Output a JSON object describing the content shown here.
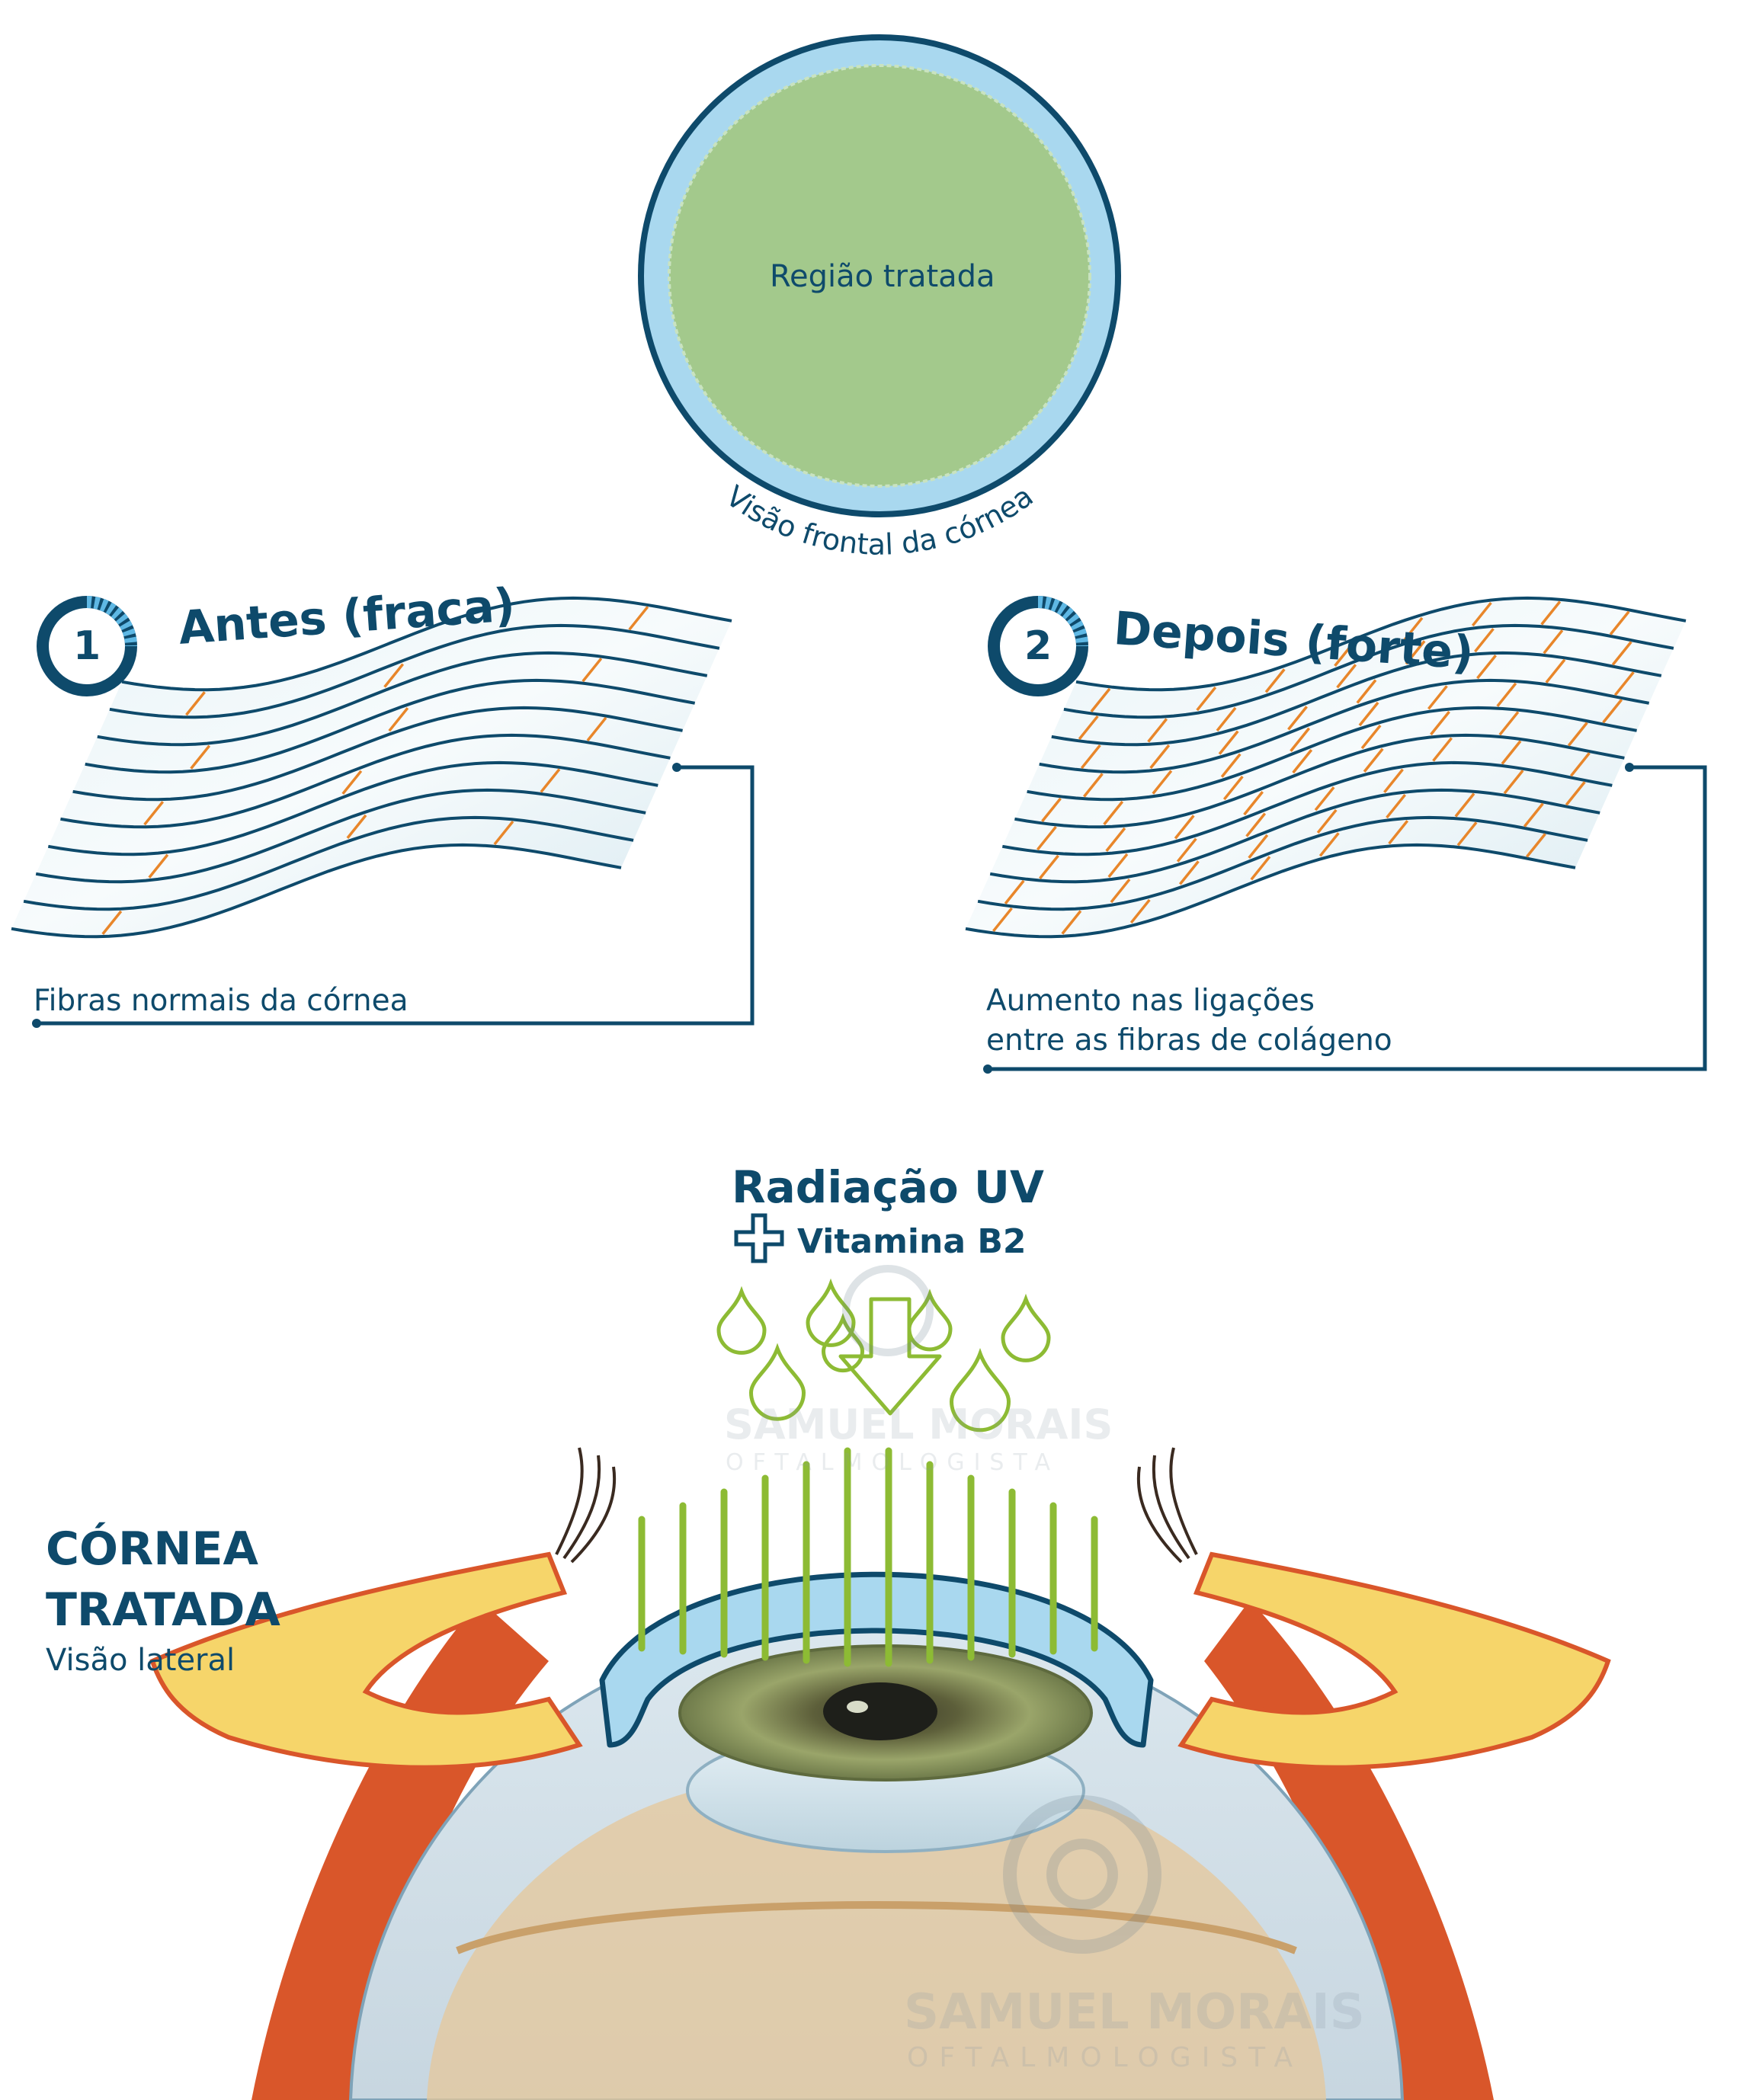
{
  "frontal_view": {
    "region_label": "Região tratada",
    "caption": "Visão frontal da córnea"
  },
  "step_before": {
    "number": "1",
    "title": "Antes (fraca)",
    "caption": "Fibras normais da córnea"
  },
  "step_after": {
    "number": "2",
    "title": "Depois (forte)",
    "caption_line1": "Aumento nas ligações",
    "caption_line2": "entre as fibras de colágeno"
  },
  "treatment": {
    "line1": "Radiação UV",
    "plus_symbol": "+",
    "line2": "Vitamina B2"
  },
  "side_view": {
    "title_line1": "CÓRNEA",
    "title_line2": "TRATADA",
    "subtitle": "Visão lateral"
  },
  "watermark": {
    "name": "SAMUEL MORAIS",
    "role": "OFTALMOLOGISTA"
  },
  "colors": {
    "navy": "#0e4a6b",
    "cornea_blue": "#a9d8ef",
    "treated_green": "#a3c98c",
    "uv_green": "#8dbb34",
    "crosslink_orange": "#e8862a",
    "fat_yellow": "#f6d56a",
    "muscle_red": "#d9562a",
    "iris_olive": "#8f9b5a"
  }
}
